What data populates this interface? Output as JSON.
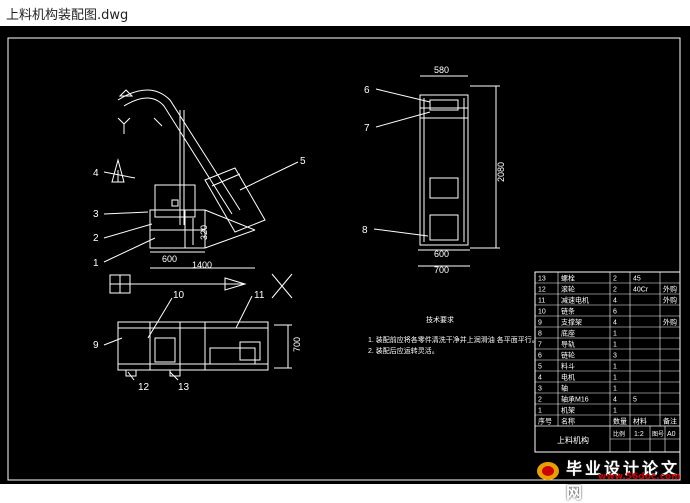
{
  "window": {
    "title": "上料机构装配图.dwg"
  },
  "drawing": {
    "front_view": {
      "part_labels": [
        "4",
        "3",
        "2",
        "1",
        "5"
      ],
      "dimensions": {
        "d320": "320",
        "d600": "600",
        "d1400": "1400"
      }
    },
    "side_view": {
      "part_labels": [
        "6",
        "7",
        "8"
      ],
      "dimensions": {
        "d580": "580",
        "d2080": "2080",
        "d600": "600",
        "d700": "700"
      }
    },
    "top_view": {
      "part_labels": [
        "9",
        "10",
        "11",
        "12",
        "13"
      ],
      "dimensions": {
        "d700": "700"
      }
    },
    "notes": {
      "heading": "技术要求",
      "lines": [
        "1. 装配前应将各零件清洗干净并上润滑油        各平面平行。",
        "2. 装配后应运转灵活。"
      ]
    },
    "bom": {
      "rows": [
        [
          "13",
          "螺栓",
          "2",
          "45",
          ""
        ],
        [
          "12",
          "滚轮",
          "2",
          "40Cr",
          "外购"
        ],
        [
          "11",
          "减速电机",
          "4",
          "",
          "外购"
        ],
        [
          "10",
          "链条",
          "6",
          "",
          ""
        ],
        [
          "9",
          "支撑架",
          "4",
          "",
          "外购"
        ],
        [
          "8",
          "底座",
          "1",
          "",
          ""
        ],
        [
          "7",
          "导轨",
          "1",
          "",
          ""
        ],
        [
          "6",
          "链轮",
          "3",
          "",
          ""
        ],
        [
          "5",
          "料斗",
          "1",
          "",
          ""
        ],
        [
          "4",
          "电机",
          "1",
          "",
          ""
        ],
        [
          "3",
          "轴",
          "1",
          "",
          ""
        ],
        [
          "2",
          "轴承M16",
          "4",
          "5",
          ""
        ],
        [
          "1",
          "机架",
          "1",
          "",
          ""
        ]
      ],
      "header": [
        "序号",
        "名称",
        "数量",
        "材料",
        "备注"
      ],
      "title_block": {
        "name": "上料机构",
        "scale_label": "比例",
        "scale": "1:2",
        "sheet_label": "图号",
        "sheet": "A0"
      }
    }
  },
  "watermark": {
    "text": "毕业设计论文网",
    "url": "www.56doc.com"
  }
}
